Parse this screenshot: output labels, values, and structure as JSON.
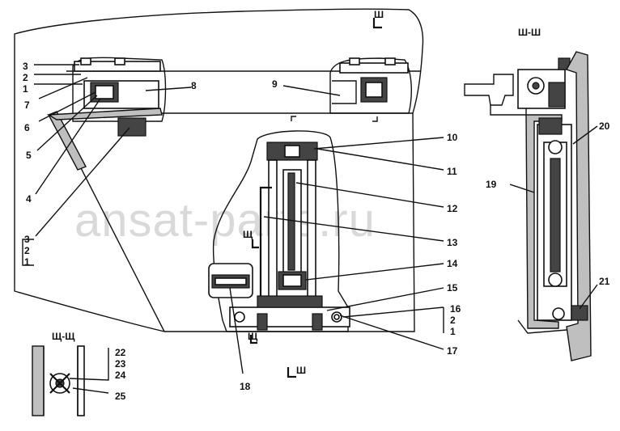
{
  "watermark": "ansat-parts.ru",
  "section_labels": {
    "main_top": "Ш",
    "main_bottom": "Ш",
    "view_right": "Ш-Ш",
    "view_small": "Щ-Щ",
    "cut_upper": "Щ",
    "cut_lower": "Щ"
  },
  "callouts": {
    "c1": "1",
    "c2": "2",
    "c3": "3",
    "c4": "4",
    "c5": "5",
    "c6": "6",
    "c7": "7",
    "c8": "8",
    "c9": "9",
    "c10": "10",
    "c11": "11",
    "c12": "12",
    "c13": "13",
    "c14": "14",
    "c15": "15",
    "c16": "16",
    "c17": "17",
    "c18": "18",
    "c19": "19",
    "c20": "20",
    "c21": "21",
    "c22": "22",
    "c23": "23",
    "c24": "24",
    "c25": "25",
    "stack_top": [
      "3",
      "2",
      "1"
    ],
    "stack_left": [
      "3",
      "2",
      "1"
    ],
    "stack_right": [
      "16",
      "2",
      "1"
    ],
    "stack_small": [
      "22",
      "23",
      "24"
    ]
  }
}
